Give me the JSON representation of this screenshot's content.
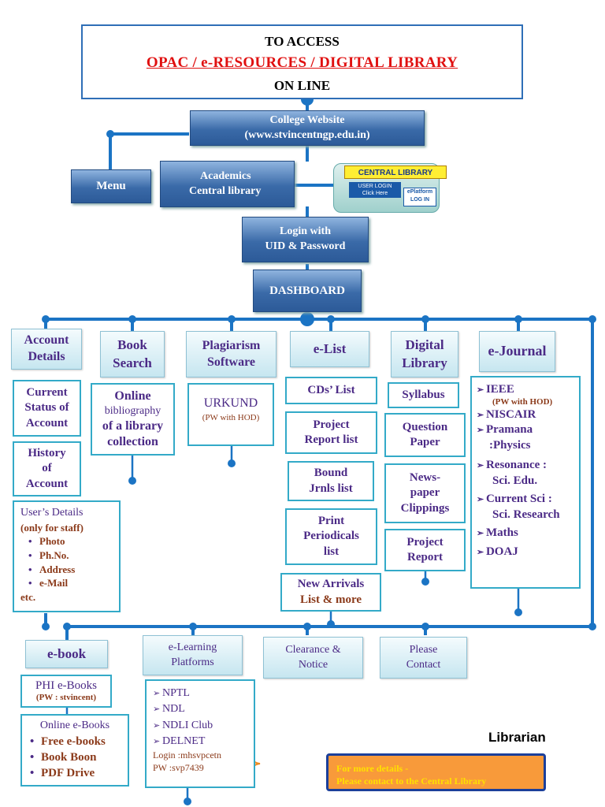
{
  "title": {
    "line1": "TO ACCESS",
    "line2": "OPAC   /  e-RESOURCES  /  DIGITAL  LIBRARY",
    "line3": "ON LINE"
  },
  "nodes": {
    "college_website": [
      "College Website",
      "(www.stvincentngp.edu.in)"
    ],
    "menu": "Menu",
    "academics": [
      "Academics",
      "Central library"
    ],
    "login": [
      "Login with",
      "UID & Password"
    ],
    "dashboard": "DASHBOARD"
  },
  "logo": {
    "banner": "CENTRAL LIBRARY",
    "user_login": "USER LOGIN",
    "click_here": "Click Here",
    "eplatform": "ePlatform",
    "log_in": "LOG IN"
  },
  "categories": {
    "account_details": [
      "Account",
      "Details"
    ],
    "book_search": [
      "Book",
      "Search"
    ],
    "plagiarism": [
      "Plagiarism",
      "Software"
    ],
    "elist": "e-List",
    "digital_library": [
      "Digital",
      "Library"
    ],
    "ejournal": "e-Journal",
    "ebook": "e-book",
    "elearning": [
      "e-Learning",
      "Platforms"
    ],
    "clearance": [
      "Clearance &",
      "Notice"
    ],
    "please_contact": [
      "Please",
      "Contact"
    ]
  },
  "account": {
    "current_status": [
      "Current",
      "Status of",
      "Account"
    ],
    "history": [
      "History",
      "of",
      "Account"
    ],
    "users_details": {
      "heading": "User’s Details",
      "sub": "(only for staff)",
      "items": [
        "Photo",
        "Ph.No.",
        "Address",
        "e-Mail"
      ],
      "etc": "etc."
    }
  },
  "book": {
    "line1": "Online",
    "line2": "bibliography",
    "line3": "of a library",
    "line4": "collection"
  },
  "plag": {
    "name": "URKUND",
    "pw": "(PW with HOD)"
  },
  "elist": {
    "cds": "CDs’ List",
    "project": [
      "Project",
      "Report list"
    ],
    "bound": [
      "Bound",
      "Jrnls list"
    ],
    "print": [
      "Print",
      "Periodicals",
      "list"
    ],
    "new": [
      "New Arrivals",
      "List & more"
    ]
  },
  "dl": {
    "syllabus": "Syllabus",
    "qp": [
      "Question",
      "Paper"
    ],
    "news": [
      "News-",
      "paper",
      "Clippings"
    ],
    "project": [
      "Project",
      "Report"
    ]
  },
  "ejournal": {
    "items": [
      {
        "name": "IEEE",
        "sub": "(PW with HOD)"
      },
      {
        "name": "NISCAIR"
      },
      {
        "name": "Pramana",
        "sub2": ":Physics"
      },
      {
        "name": "Resonance :",
        "sub2": "Sci. Edu."
      },
      {
        "name": "Current Sci :",
        "sub2": "Sci. Research"
      },
      {
        "name": "Maths"
      },
      {
        "name": "DOAJ"
      }
    ]
  },
  "ebook": {
    "phi": "PHI e-Books",
    "phi_pw": "(PW : stvincent)",
    "online": "Online e-Books",
    "items": [
      "Free e-books",
      "Book Boon",
      "PDF Drive"
    ]
  },
  "elearn": {
    "items": [
      "NPTL",
      "NDL",
      "NDLI Club",
      "DELNET"
    ],
    "login": "Login :mhsvpcetn",
    "pw": "PW :svp7439"
  },
  "librarian": "Librarian",
  "contact": {
    "line1": "For more details -",
    "line2": "Please contact to the Central Library"
  },
  "colors": {
    "line": "#1b74c4",
    "accent_red": "#e01010",
    "purple": "#4b2a86",
    "orange": "#f89a3a"
  }
}
